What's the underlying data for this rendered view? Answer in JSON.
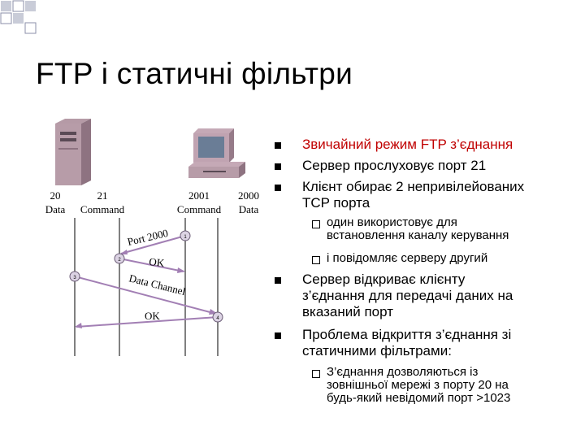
{
  "slide": {
    "title": "FTP і статичні фільтри"
  },
  "diagram": {
    "columns": [
      {
        "number": "20",
        "name": "Data"
      },
      {
        "number": "21",
        "name": "Command"
      },
      {
        "number": "2001",
        "name": "Command"
      },
      {
        "number": "2000",
        "name": "Data"
      }
    ],
    "messages": [
      "Port 2000",
      "OK",
      "Data Channel",
      "OK"
    ],
    "step_markers": [
      "1",
      "2",
      "3",
      "4"
    ]
  },
  "bullets": {
    "items": [
      {
        "text": "Звичайний режим FTP з’єднання",
        "color": "#c00000"
      },
      {
        "text": "Сервер прослуховує порт 21"
      },
      {
        "lines": [
          "Клієнт обирає 2 непривілейованих",
          "TCP порта"
        ]
      },
      {
        "lines": [
          "Сервер відкриває клієнту",
          "з’єднання для передачі даних на",
          "вказаний порт"
        ]
      },
      {
        "lines": [
          "Проблема відкриття з’єднання зі",
          "статичними фільтрами:"
        ]
      }
    ],
    "subitems_a": [
      {
        "lines": [
          "один використовує для",
          "встановлення каналу керування"
        ]
      },
      {
        "lines": [
          "і повідомляє серверу другий"
        ]
      }
    ],
    "subitems_b": [
      {
        "lines": [
          "З’єднання дозволяються із",
          "зовнішньої мережі з порту 20 на",
          "будь-який невідомий порт >1023"
        ]
      }
    ]
  }
}
